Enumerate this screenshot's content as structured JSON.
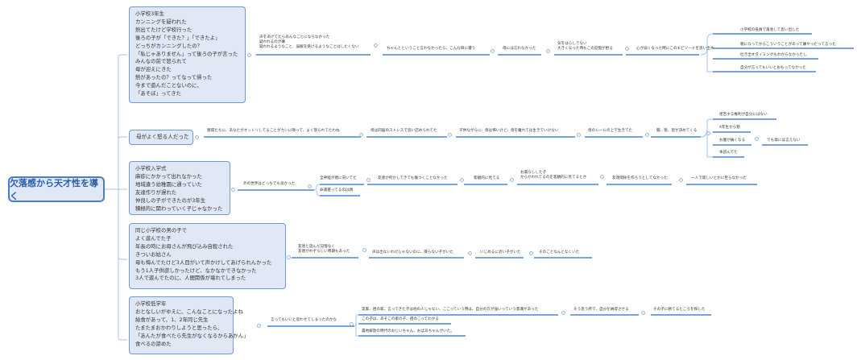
{
  "root": {
    "label": "欠落感から天才性を導く"
  },
  "colors": {
    "line": "#4a86d4",
    "node_fill": "#dfe8f4",
    "node_border": "#6f9ad4",
    "root_text": "#2a5ea8"
  },
  "branches": [
    {
      "box_lines": [
        "小学校3年生",
        "カンニングを疑われた",
        "熱出てたけど学校行った",
        "後ろの子が「できた？」「できたよ」",
        "どっちがカンニングしたの？",
        "「私じゃありません」って後ろの子が言った",
        "みんなの前で怒られて",
        "母が迎えにきた",
        "熱があったの？ってなって帰った",
        "今まで遊んだことないのに、",
        "「あそぼ」ってきた"
      ],
      "chain": [
        [
          "声をあげてたらあんなことにならなかった",
          "疑われるのが嫌",
          "疑われるようなこと、誤解を受けるようなことはしたくない"
        ],
        [
          "ちゃんとということ言わなかったら、こんな目に遭う"
        ],
        [
          "母には言わなかった"
        ],
        [
          "気をはらしてない",
          "大きくなった時もこの記憶が甦る"
        ],
        [
          "心が弱くなった時にこのエピソードを思い出す"
        ]
      ],
      "leaves": [
        "小学校の役員で再会して思い出した",
        "親になってからこういうことがあって嫌やったって言った",
        "吐き出すタイミングもわからなかったし",
        "自分が言ってもいいとおもってなかった"
      ]
    },
    {
      "box_lines": [
        "母がよく怒る人だった"
      ],
      "chain": [
        [
          "親戚たちに、あなたがオットリしてることがカンに障って、よく怒られてたわね"
        ],
        [
          "母は同居のストレスで追い詰められてた"
        ],
        [
          "子供ながらに、母は怖いけど、母を離れては生きていけない"
        ],
        [
          "母のレールの上で生きてた"
        ],
        [
          "服、塾、習が決めてくる"
        ]
      ],
      "leaves": [
        "拒否する権利が自分にはない",
        "4年生から塾",
        "お腹が痛くなる",
        "本読んでた"
      ],
      "leaf_extra": "でも母には言えない"
    },
    {
      "box_lines": [
        "小学校入学式",
        "麻疹にかかって出れなかった",
        "地域違う幼稚園に通っていた",
        "友達作りが遅れた",
        "仲良しの子ができたのが3年生",
        "積極的に関わっていく子じゃなかった"
      ],
      "chain": [
        [
          "外の世界はどっちでも良かった"
        ]
      ],
      "sub": [
        {
          "label": "全神経が親に向いてた",
          "chain": [
            [
              "友達が何かしてきても傷つくことなかった"
            ],
            [
              "客観的に見てる"
            ],
            [
              "お漏らしした子",
              "からかわれてるのを客観的に見てるとか"
            ],
            [
              "友達関係を作ろうとしてなかった"
            ],
            [
              "一人で寂しいとかに至らなかった"
            ]
          ]
        },
        {
          "label": "命運握ってるのは親"
        }
      ]
    },
    {
      "box_lines": [
        "同じ小学校の男の子で",
        "よく遊んでた子",
        "年長の時にお母さんが飛び込み自殺された",
        "きついお姑さん",
        "母も悔んでたけど3人目がいて声かけしてあげられんかった",
        "もう1人子供欲しかったけど、なかなかできなかった",
        "3人で遊んでたのに、人間関係が壊れてしまった"
      ],
      "chain": [
        [
          "友達と遊んだ記憶なく",
          "友達がわずらしい時期もあった"
        ],
        [
          "声は出ないわけじゃないのに、喋らない子がいた"
        ],
        [
          "いじめるに近い子がいた"
        ],
        [
          "そのことなんとなくいた"
        ]
      ]
    },
    {
      "box_lines": [
        "小学校低学年",
        "おとなしいがゆえに、こんなことになったよね",
        "給食があって、1、2年同じ先生",
        "たまたまおかわりしようと思ったら、",
        "「あんたが食べたら先生がなくなるからあかん」",
        "食べるの諦めた"
      ],
      "chain": [
        [
          "言ってもいいと思わせてしまったのかな"
        ]
      ],
      "sub": [
        {
          "label": "実家、祖の家、言ってきた子は他の人じゃない、ここっていう時は、自分の方が強いっていう意識があった",
          "chain": [
            [
              "そう思う所で、自分を納得させる"
            ],
            [
              "その子に勝てるところを探した"
            ]
          ]
        },
        {
          "label": "この子は、あそこの家の子、祖のこってわかる"
        },
        {
          "label": "農地解放の時代のおじいちゃん、おばあちゃんがいた。"
        }
      ]
    }
  ]
}
